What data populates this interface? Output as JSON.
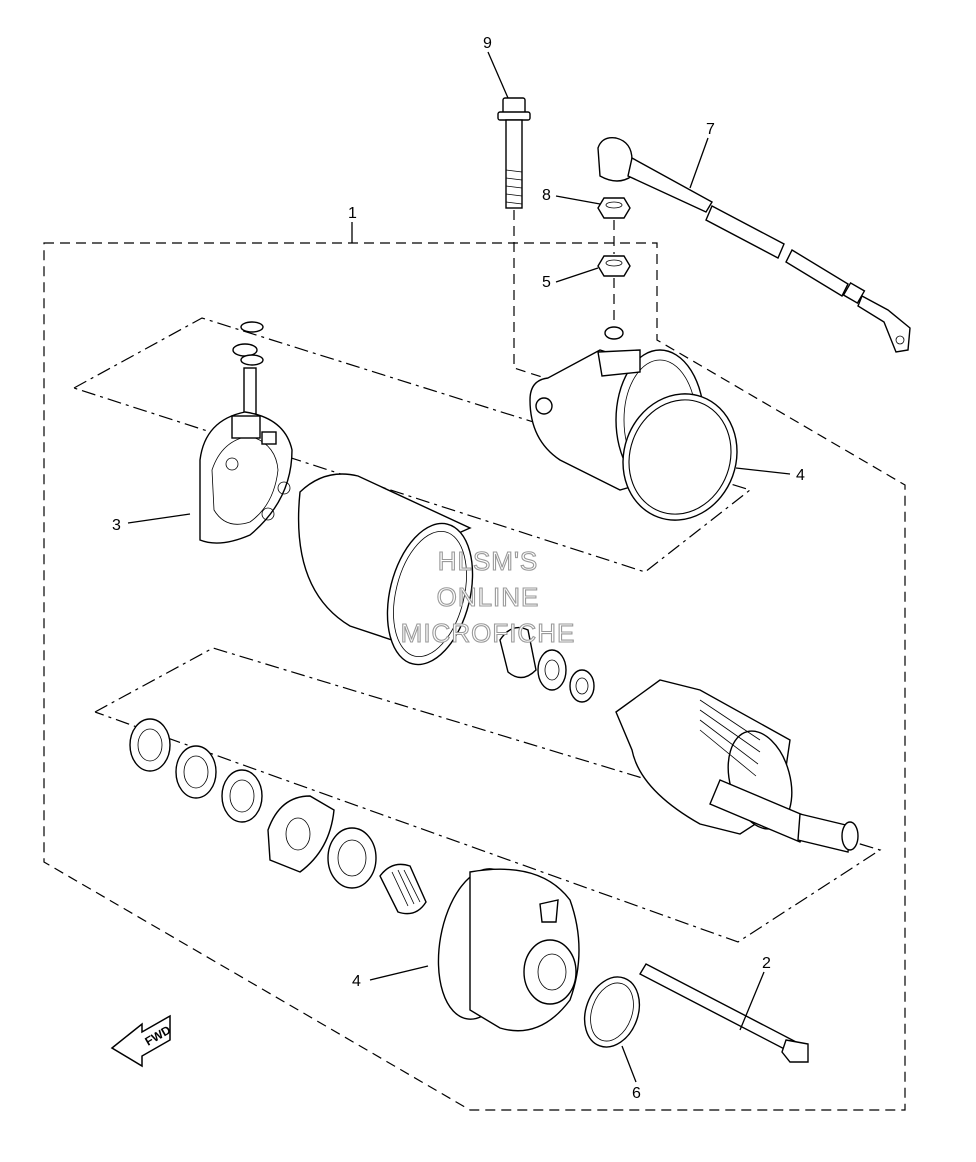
{
  "callouts": {
    "c1": "1",
    "c2": "2",
    "c3": "3",
    "c4a": "4",
    "c4b": "4",
    "c5": "5",
    "c6": "6",
    "c7": "7",
    "c8": "8",
    "c9": "9"
  },
  "watermark": {
    "line1": "HLSM'S",
    "line2": "ONLINE",
    "line3": "MICROFICHE"
  },
  "fwd_label": "FWD"
}
